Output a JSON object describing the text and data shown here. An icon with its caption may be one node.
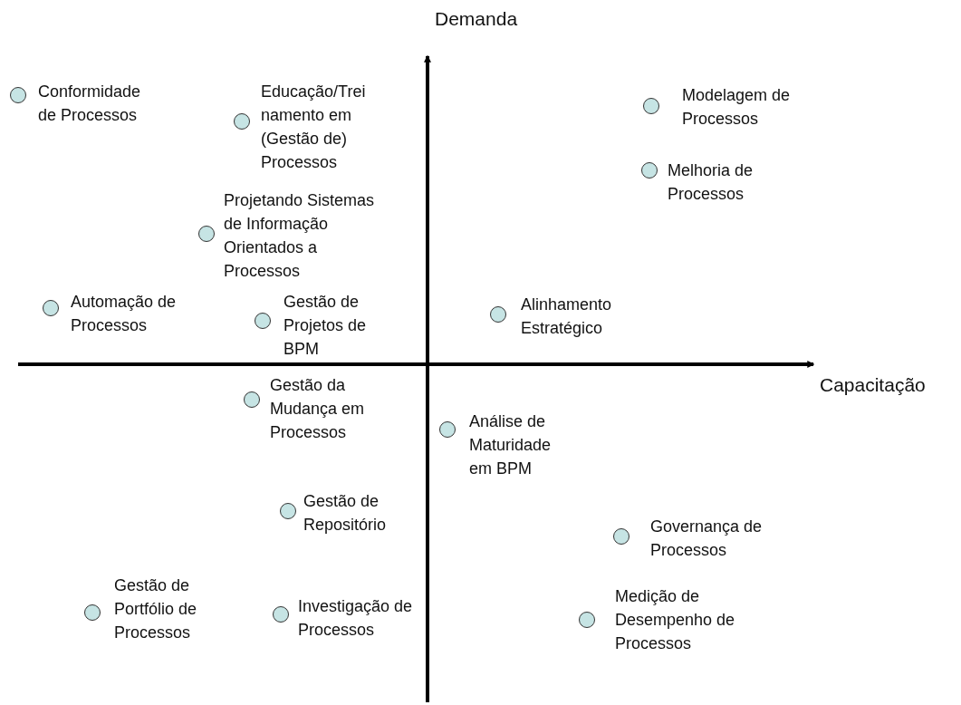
{
  "diagram": {
    "nodes": [
      {
        "text": [],
        "shape": "circle",
        "beside": [
          "Conformidade de Processos"
        ]
      },
      {
        "text": [],
        "shape": "circle",
        "beside": [
          "Educação/Treinamento em (Gestão de) Processos"
        ]
      },
      {
        "text": [],
        "shape": "circle",
        "beside": [
          "Modelagem de Processos"
        ]
      },
      {
        "text": [],
        "shape": "circle",
        "beside": [
          "Melhoria de Processos"
        ]
      },
      {
        "text": [],
        "shape": "circle",
        "beside": [
          "Projetando Sistemas de Informação Orientados a Processos"
        ]
      },
      {
        "text": [],
        "shape": "circle",
        "beside": [
          "Automação de Processos"
        ]
      },
      {
        "text": [],
        "shape": "circle",
        "beside": [
          "Gestão de Projetos de BPM"
        ]
      },
      {
        "text": [],
        "shape": "circle",
        "beside": [
          "Alinhamento Estratégico"
        ]
      },
      {
        "text": [],
        "shape": "circle",
        "beside": [
          "Gestão da Mudança em Processos"
        ]
      },
      {
        "text": [],
        "shape": "circle",
        "beside": [
          "Análise de Maturidade em BPM"
        ]
      },
      {
        "text": [],
        "shape": "circle",
        "beside": [
          "Gestão de Repositório"
        ]
      },
      {
        "text": [],
        "shape": "circle",
        "beside": [
          "Governança de Processos"
        ]
      },
      {
        "text": [],
        "shape": "circle",
        "beside": [
          "Gestão de Portfólio de Processos"
        ]
      },
      {
        "text": [],
        "shape": "circle",
        "beside": [
          "Investigação de Processos"
        ]
      },
      {
        "text": [],
        "shape": "circle",
        "beside": [
          "Medição de Desempenho de Processos"
        ]
      }
    ],
    "labels": [
      "Demanda",
      "Capacitação"
    ]
  }
}
